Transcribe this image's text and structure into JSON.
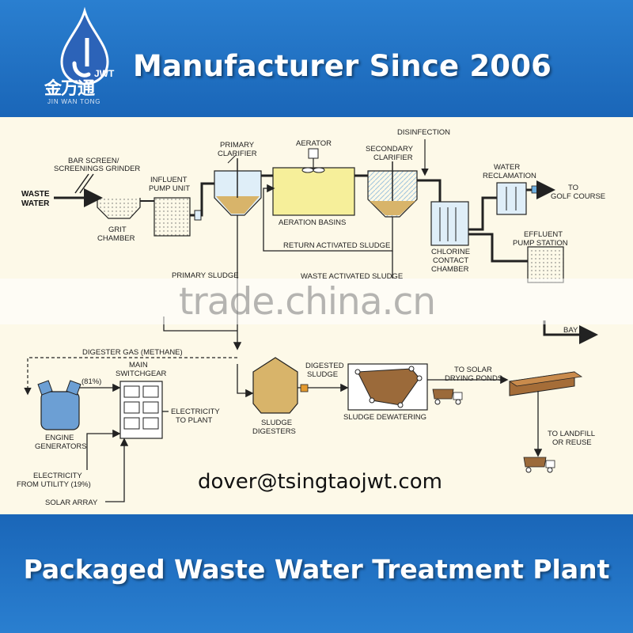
{
  "header": {
    "headline": "Manufacturer Since 2006",
    "logo_mark": "JWT",
    "logo_chinese": "金万通",
    "logo_english": "JIN WAN TONG"
  },
  "diagram": {
    "top_labels": {
      "waste_water_1": "WASTE",
      "waste_water_2": "WATER",
      "bar_screen_1": "BAR SCREEN/",
      "bar_screen_2": "SCREENINGS GRINDER",
      "grit_1": "GRIT",
      "grit_2": "CHAMBER",
      "influent_1": "INFLUENT",
      "influent_2": "PUMP UNIT",
      "primary_clarifier_1": "PRIMARY",
      "primary_clarifier_2": "CLARIFIER",
      "aerator": "AERATOR",
      "aeration_basins": "AERATION BASINS",
      "secondary_clarifier_1": "SECONDARY",
      "secondary_clarifier_2": "CLARIFIER",
      "disinfection": "DISINFECTION",
      "water_reclamation_1": "WATER",
      "water_reclamation_2": "RECLAMATION",
      "to_golf_1": "TO",
      "to_golf_2": "GOLF COURSE",
      "chlorine_1": "CHLORINE",
      "chlorine_2": "CONTACT",
      "chlorine_3": "CHAMBER",
      "effluent_1": "EFFLUENT",
      "effluent_2": "PUMP STATION",
      "return_sludge": "RETURN ACTIVATED SLUDGE",
      "primary_sludge": "PRIMARY SLUDGE",
      "waste_activated_sludge": "WASTE ACTIVATED SLUDGE",
      "bay": "BAY"
    },
    "bottom_labels": {
      "digester_gas": "DIGESTER GAS (METHANE)",
      "pct_81": "(81%)",
      "switchgear_1": "MAIN",
      "switchgear_2": "SWITCHGEAR",
      "electricity_plant_1": "ELECTRICITY",
      "electricity_plant_2": "TO PLANT",
      "engine_1": "ENGINE",
      "engine_2": "GENERATORS",
      "utility_1": "ELECTRICITY",
      "utility_2": "FROM UTILITY (19%)",
      "solar_array": "SOLAR ARRAY",
      "sludge_digesters_1": "SLUDGE",
      "sludge_digesters_2": "DIGESTERS",
      "digested_1": "DIGESTED",
      "digested_2": "SLUDGE",
      "sludge_dewatering": "SLUDGE DEWATERING",
      "solar_ponds_1": "TO SOLAR",
      "solar_ponds_2": "DRYING PONDS",
      "landfill_1": "TO LANDFILL",
      "landfill_2": "OR REUSE"
    }
  },
  "watermark": "trade.china.cn",
  "contact_email": "dover@tsingtaojwt.com",
  "footer": {
    "title": "Packaged Waste Water Treatment Plant"
  },
  "colors": {
    "brand_blue": "#1f6fc0",
    "panel_bg": "#fdf9e8",
    "basin_fill": "#f6ef9a",
    "sludge_fill": "#d8b46a",
    "clarifier_water": "#dfeef8"
  }
}
